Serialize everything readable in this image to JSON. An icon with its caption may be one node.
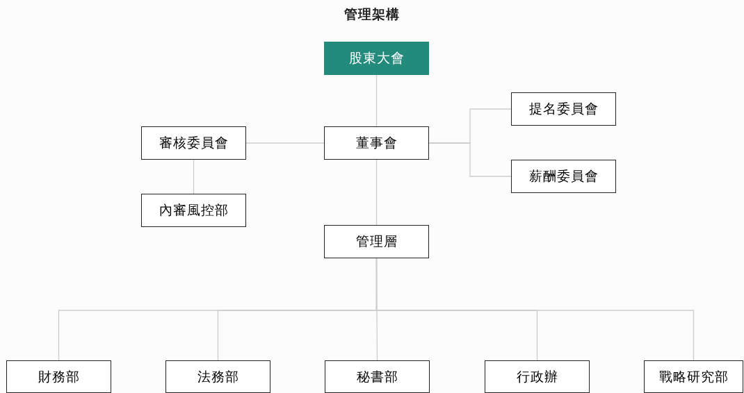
{
  "diagram": {
    "title": "管理架構",
    "nodes": [
      {
        "text": [
          "股東大會"
        ]
      },
      {
        "text": [
          "董事會"
        ]
      },
      {
        "text": [
          "審核委員會"
        ]
      },
      {
        "text": [
          "內審風控部"
        ]
      },
      {
        "text": [
          "提名委員會"
        ]
      },
      {
        "text": [
          "薪酬委員會"
        ]
      },
      {
        "text": [
          "管理層"
        ]
      },
      {
        "text": [
          "財務部"
        ]
      },
      {
        "text": [
          "法務部"
        ]
      },
      {
        "text": [
          "秘書部"
        ]
      },
      {
        "text": [
          "行政辦"
        ]
      },
      {
        "text": [
          "戰略研究部"
        ]
      }
    ],
    "edges": [
      {
        "from": 0,
        "to": 1,
        "arrow": "none"
      },
      {
        "from": 1,
        "to": 2,
        "arrow": "none"
      },
      {
        "from": 2,
        "to": 3,
        "arrow": "none"
      },
      {
        "from": 1,
        "to": 4,
        "arrow": "none"
      },
      {
        "from": 1,
        "to": 5,
        "arrow": "none"
      },
      {
        "from": 1,
        "to": 6,
        "arrow": "none"
      },
      {
        "from": 6,
        "to": 7,
        "arrow": "none"
      },
      {
        "from": 6,
        "to": 8,
        "arrow": "none"
      },
      {
        "from": 6,
        "to": 9,
        "arrow": "none"
      },
      {
        "from": 6,
        "to": 10,
        "arrow": "none"
      },
      {
        "from": 6,
        "to": 11,
        "arrow": "none"
      }
    ]
  }
}
